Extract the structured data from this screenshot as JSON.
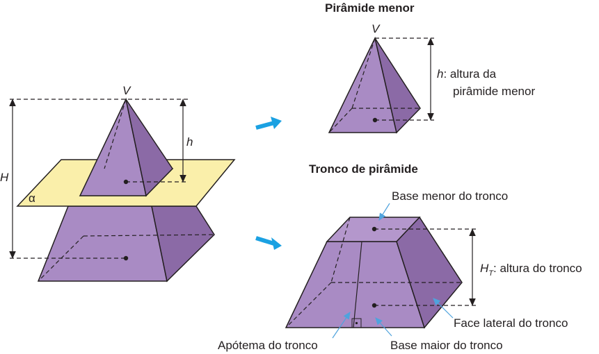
{
  "colors": {
    "face_light": "#a98bc4",
    "face_mid": "#9d7fb9",
    "face_dark": "#8b6aa6",
    "edge": "#231f20",
    "plane": "#faefaa",
    "arrow": "#1ba1e2",
    "leader": "#4fa3dd"
  },
  "left": {
    "vertex_label": "V",
    "h_label": "h",
    "H_label": "H",
    "plane_label": "α"
  },
  "top_right": {
    "title": "Pirâmide menor",
    "vertex_label": "V",
    "h_var": "h",
    "height_desc_line1": ": altura da",
    "height_desc_line2": "pirâmide menor"
  },
  "bottom_right": {
    "title": "Tronco de pirâmide",
    "label_base_menor": "Base menor do tronco",
    "ht_var": "H",
    "ht_sub": "T",
    "ht_desc": ": altura do tronco",
    "label_face_lateral": "Face lateral do tronco",
    "label_apotema": "Apótema do tronco",
    "label_base_maior": "Base maior do tronco"
  }
}
